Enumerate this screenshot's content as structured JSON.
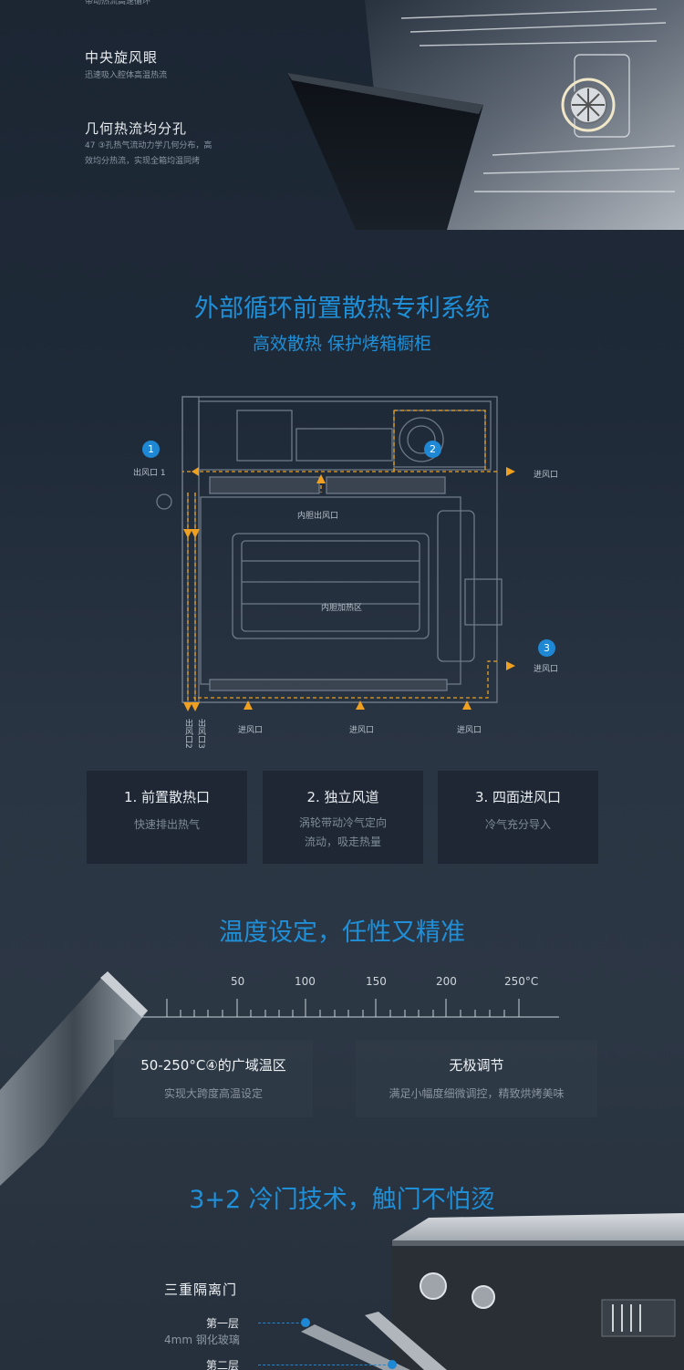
{
  "section1": {
    "top_text": "带动热流高速循环",
    "features": [
      {
        "title": "中央旋风眼",
        "desc": "迅速吸入腔体高温热流"
      },
      {
        "title": "几何热流均分孔",
        "desc_line1": "47 ③孔热气流动力学几何分布，高",
        "desc_line2": "效均分热流，实现全箱均温同烤"
      }
    ]
  },
  "section2": {
    "title": "外部循环前置散热专利系统",
    "subtitle": "高效散热 保护烤箱橱柜",
    "diagram": {
      "badges": [
        "1",
        "2",
        "3"
      ],
      "outlet1": "出风口 1",
      "inlet_right_top": "进风口",
      "inlet_right_mid": "进风口",
      "inner_outlet": "内胆出风口",
      "inner_heat": "内胆加热区",
      "inlet_bottom": [
        "进风口",
        "进风口",
        "进风口"
      ],
      "outlet2": "出风口2",
      "outlet3": "出风口3"
    },
    "cards": [
      {
        "title": "1. 前置散热口",
        "desc": [
          "快速排出热气"
        ]
      },
      {
        "title": "2. 独立风道",
        "desc": [
          "涡轮带动冷气定向",
          "流动，吸走热量"
        ]
      },
      {
        "title": "3. 四面进风口",
        "desc": [
          "冷气充分导入"
        ]
      }
    ]
  },
  "section3": {
    "title": "温度设定，任性又精准",
    "ruler_labels": [
      "50",
      "100",
      "150",
      "200",
      "250°C"
    ],
    "cards": [
      {
        "title": "50-250°C④的广域温区",
        "desc": "实现大跨度高温设定"
      },
      {
        "title": "无极调节",
        "desc": "满足小幅度细微调控，精致烘烤美味"
      }
    ]
  },
  "section4": {
    "title": "3+2 冷门技术，触门不怕烫",
    "subtitle": "三重隔离门",
    "layers": [
      {
        "name": "第一层",
        "desc": "4mm 钢化玻璃"
      },
      {
        "name": "第二层",
        "desc": ""
      }
    ]
  },
  "colors": {
    "accent": "#1f8fd8",
    "arrow": "#f0a020",
    "badge": "#1e88d4"
  }
}
